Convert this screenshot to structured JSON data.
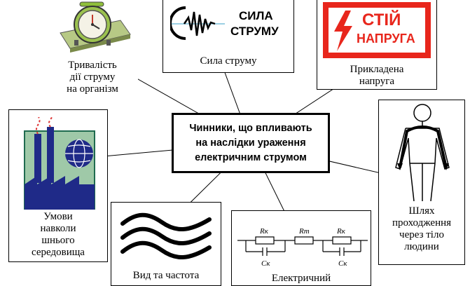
{
  "center": {
    "text": "Чинники, що впливають\nна наслідки ураження\nелектричним струмом"
  },
  "nodes": {
    "duration": {
      "label": "Тривалість\nдії струму\nна організм"
    },
    "current": {
      "label": "Сила струму",
      "logo_line1": "СИЛА",
      "logo_line2": "СТРУМУ"
    },
    "voltage": {
      "label": "Прикладена\nнапруга",
      "sign_line1": "СТІЙ",
      "sign_line2": "НАПРУГА"
    },
    "environment": {
      "label": "Умови\nнавколи\nшнього\nсередовища"
    },
    "path": {
      "label": "Шлях\nпроходження\nчерез тіло\nлюдини"
    },
    "frequency": {
      "label": "Вид та частота"
    },
    "resistance": {
      "label": "Електричний",
      "r_labels": [
        "Rк",
        "Rт",
        "Rк"
      ],
      "c_labels": [
        "Cк",
        "Cк"
      ]
    }
  },
  "colors": {
    "sign_red": "#e8261c",
    "env_green": "#1f6b4f",
    "env_blue": "#1f2a88",
    "dial_green": "#9bc14f"
  }
}
